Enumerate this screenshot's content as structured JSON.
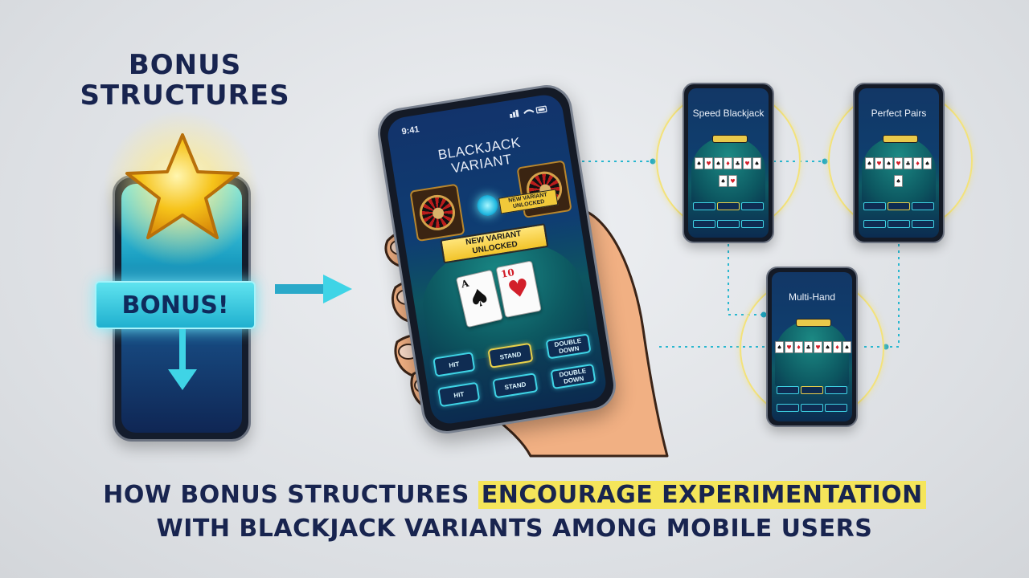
{
  "left_panel": {
    "heading_line1": "BONUS",
    "heading_line2": "STRUCTURES",
    "banner_label": "BONUS!",
    "icons": [
      "star-icon",
      "down-arrow-icon",
      "right-arrow-icon"
    ]
  },
  "main_phone": {
    "time": "9:41",
    "title_line1": "BLACKJACK",
    "title_line2": "VARIANT",
    "small_tag": "NEW VARIANT UNLOCKED",
    "unlock_line1": "NEW VARIANT",
    "unlock_line2": "UNLOCKED",
    "cards": [
      {
        "rank": "A",
        "suit": "♠",
        "color": "#111111"
      },
      {
        "rank": "10",
        "suit": "♥",
        "color": "#d21f2a"
      }
    ],
    "row1": {
      "hit": "HIT",
      "stand": "STAND",
      "double": "DOUBLE DOWN"
    },
    "row2": {
      "hit": "HIT",
      "stand": "STAND",
      "double": "DOUBLE DOWN"
    }
  },
  "variants": [
    {
      "title": "Speed Blackjack"
    },
    {
      "title": "Perfect Pairs"
    },
    {
      "title": "Multi-Hand"
    }
  ],
  "headline": {
    "line1_pre": "HOW BONUS STRUCTURES ",
    "line1_highlight": "ENCOURAGE EXPERIMENTATION",
    "line2": "WITH BLACKJACK VARIANTS AMONG MOBILE USERS"
  },
  "colors": {
    "navy": "#18244f",
    "cyan": "#3fd4e6",
    "gold": "#f5e55a",
    "background": "#dcdfe3"
  }
}
